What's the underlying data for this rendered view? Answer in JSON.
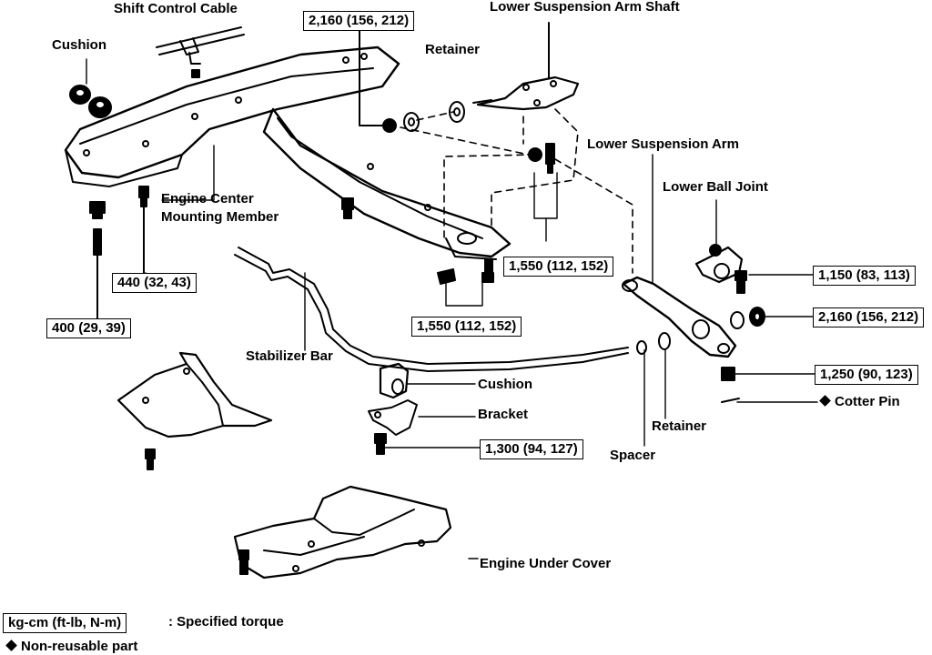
{
  "labels": {
    "shift_control_cable": "Shift Control Cable",
    "cushion_top": "Cushion",
    "lower_suspension_arm_shaft": "Lower Suspension Arm Shaft",
    "retainer_top": "Retainer",
    "lower_suspension_arm": "Lower Suspension Arm",
    "lower_ball_joint": "Lower Ball Joint",
    "engine_center_mounting_member_line1": "Engine Center",
    "engine_center_mounting_member_line2": "Mounting Member",
    "stabilizer_bar": "Stabilizer Bar",
    "cushion_mid": "Cushion",
    "bracket": "Bracket",
    "retainer_bottom": "Retainer",
    "spacer": "Spacer",
    "cotter_pin": "Cotter Pin",
    "engine_under_cover": "Engine Under Cover"
  },
  "torques": {
    "t_2160_top": "2,160 (156, 212)",
    "t_440": "440 (32, 43)",
    "t_400": "400 (29, 39)",
    "t_1550_right": "1,550 (112, 152)",
    "t_1550_mid": "1,550 (112, 152)",
    "t_1150": "1,150 (83, 113)",
    "t_2160_right": "2,160 (156, 212)",
    "t_1250": "1,250 (90, 123)",
    "t_1300": "1,300 (94, 127)"
  },
  "legend": {
    "torque_unit": "kg-cm (ft-lb, N-m)",
    "torque_desc": ": Specified torque",
    "nonreusable": "Non-reusable part"
  }
}
